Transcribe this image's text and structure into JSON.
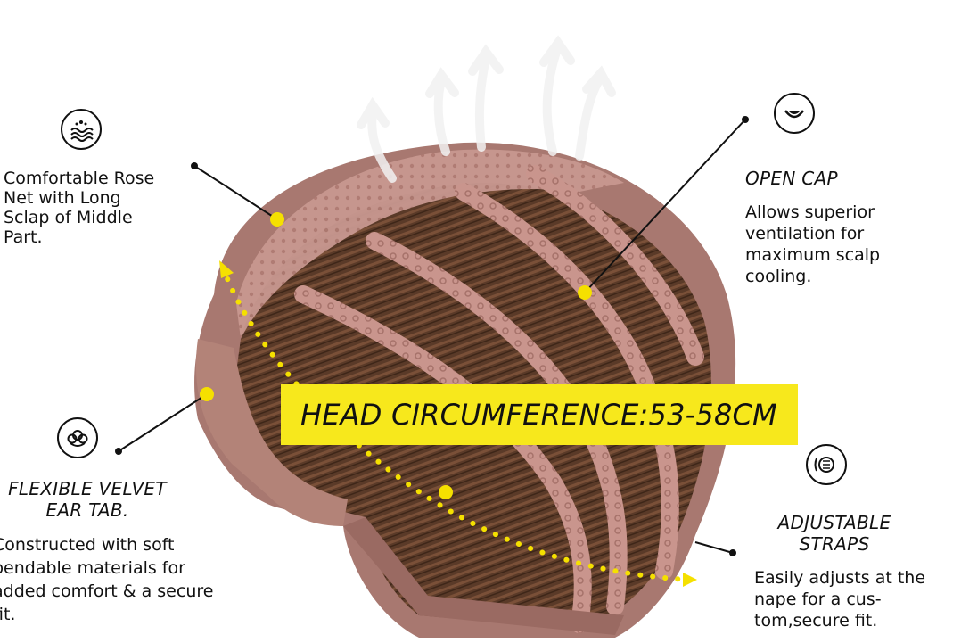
{
  "banner": {
    "text": "HEAD CIRCUMFERENCE:53-58CM"
  },
  "features": {
    "rose_net": {
      "icon": "fabric-waves-icon",
      "lines": [
        "Comfortable Rose",
        "Net with Long",
        "Sclap of Middle",
        "Part."
      ]
    },
    "open_cap": {
      "icon": "leaf-circle-icon",
      "heading": "OPEN CAP",
      "lines": [
        "Allows superior",
        "ventilation for",
        "maximum scalp",
        "cooling."
      ]
    },
    "ear_tab": {
      "icon": "cotton-flower-icon",
      "heading_lines": [
        "FLEXIBLE VELVET",
        "EAR TAB."
      ],
      "lines": [
        "Constructed with soft",
        "bendable materials for",
        "added comfort & a secure",
        "fit."
      ]
    },
    "straps": {
      "icon": "adjuster-icon",
      "heading_lines": [
        "ADJUSTABLE",
        "STRAPS"
      ],
      "lines": [
        "Easily adjusts at the",
        "nape for a cus-",
        "tom,secure fit."
      ]
    }
  },
  "colors": {
    "accent_yellow": "#f7e81c",
    "dot_yellow": "#f5e000",
    "lace_pink": "#c89890",
    "hair_brown": "#5a3a28",
    "cap_mauve": "#a87870"
  }
}
